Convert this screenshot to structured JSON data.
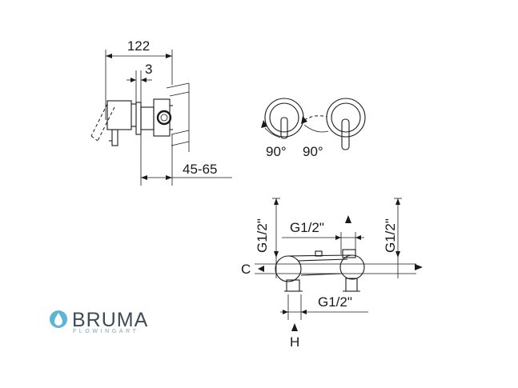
{
  "side_view": {
    "overall_width": "122",
    "plate_thickness": "3",
    "wall_depth": "45-65"
  },
  "front_view": {
    "rotation_left": "90°",
    "rotation_right": "90°"
  },
  "valve_body": {
    "left_height": "G1/2\"",
    "top_thread": "G1/2\"",
    "right_height": "G1/2\"",
    "bottom_thread": "G1/2\"",
    "cold_label": "C",
    "hot_label": "H"
  },
  "brand": {
    "name": "BRUMA",
    "tagline": "FLOWINGART",
    "accent_color": "#5fb3d9"
  }
}
